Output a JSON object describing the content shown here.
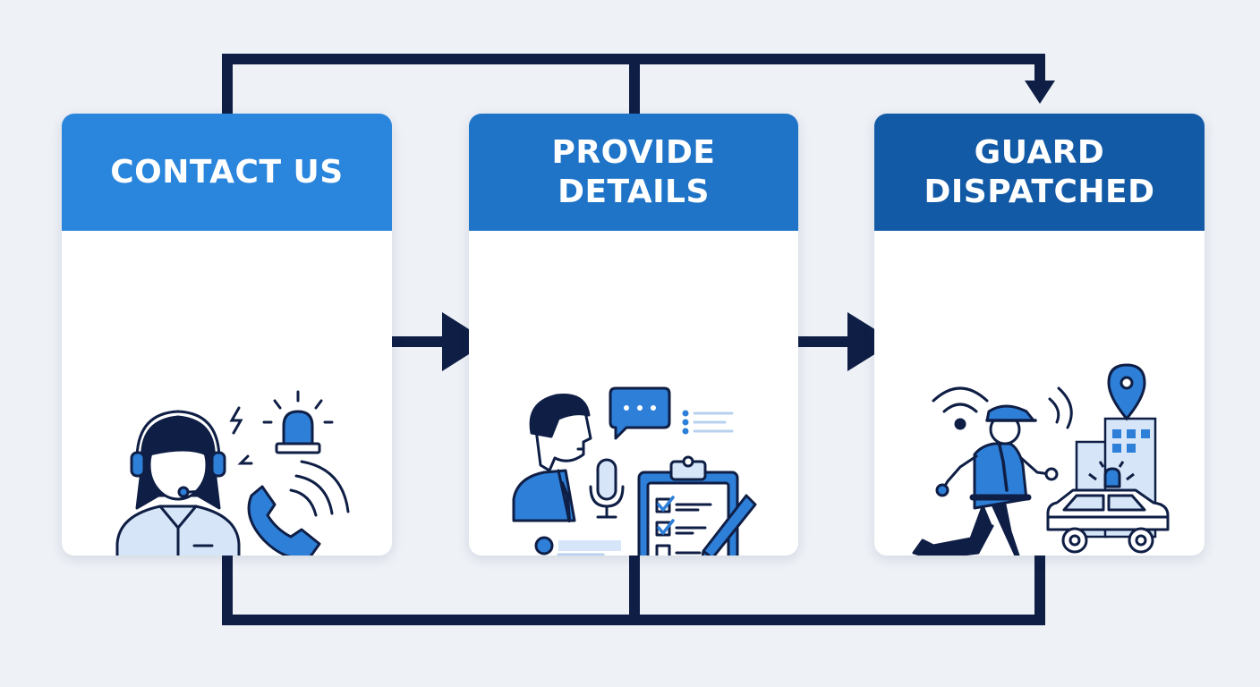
{
  "steps": [
    {
      "id": "contact",
      "title": "CONTACT US",
      "icons": [
        "support-agent-icon",
        "alarm-light-icon",
        "phone-icon"
      ]
    },
    {
      "id": "details",
      "title": "PROVIDE\nDETAILS",
      "icons": [
        "speaking-person-icon",
        "chat-bubble-icon",
        "microphone-icon",
        "clipboard-checklist-icon",
        "pen-icon"
      ]
    },
    {
      "id": "dispatch",
      "title": "GUARD\nDISPATCHED",
      "icons": [
        "running-guard-icon",
        "location-pin-icon",
        "building-icon",
        "patrol-car-icon",
        "signal-waves-icon"
      ]
    }
  ],
  "colors": {
    "background": "#eef1f6",
    "navy": "#0f1e45",
    "header_1": "#2a86dc",
    "header_2": "#1f74c8",
    "header_3": "#135aa6",
    "icon_blue": "#2e7fd8",
    "icon_light": "#d6e6f8"
  }
}
